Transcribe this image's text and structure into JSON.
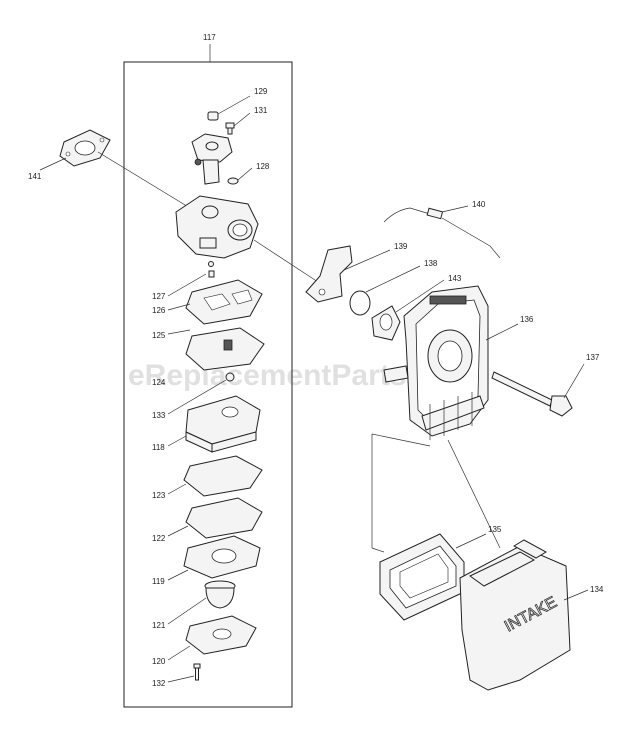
{
  "watermark": "eReplacementParts.com",
  "intake_text": "INTAKE",
  "labels": {
    "117": "117",
    "129": "129",
    "131": "131",
    "128": "128",
    "141": "141",
    "127": "127",
    "126": "126",
    "125": "125",
    "124": "124",
    "133": "133",
    "118": "118",
    "123": "123",
    "122": "122",
    "119": "119",
    "121": "121",
    "120": "120",
    "132": "132",
    "140": "140",
    "139": "139",
    "138": "138",
    "143": "143",
    "136": "136",
    "137": "137",
    "135": "135",
    "134": "134"
  }
}
